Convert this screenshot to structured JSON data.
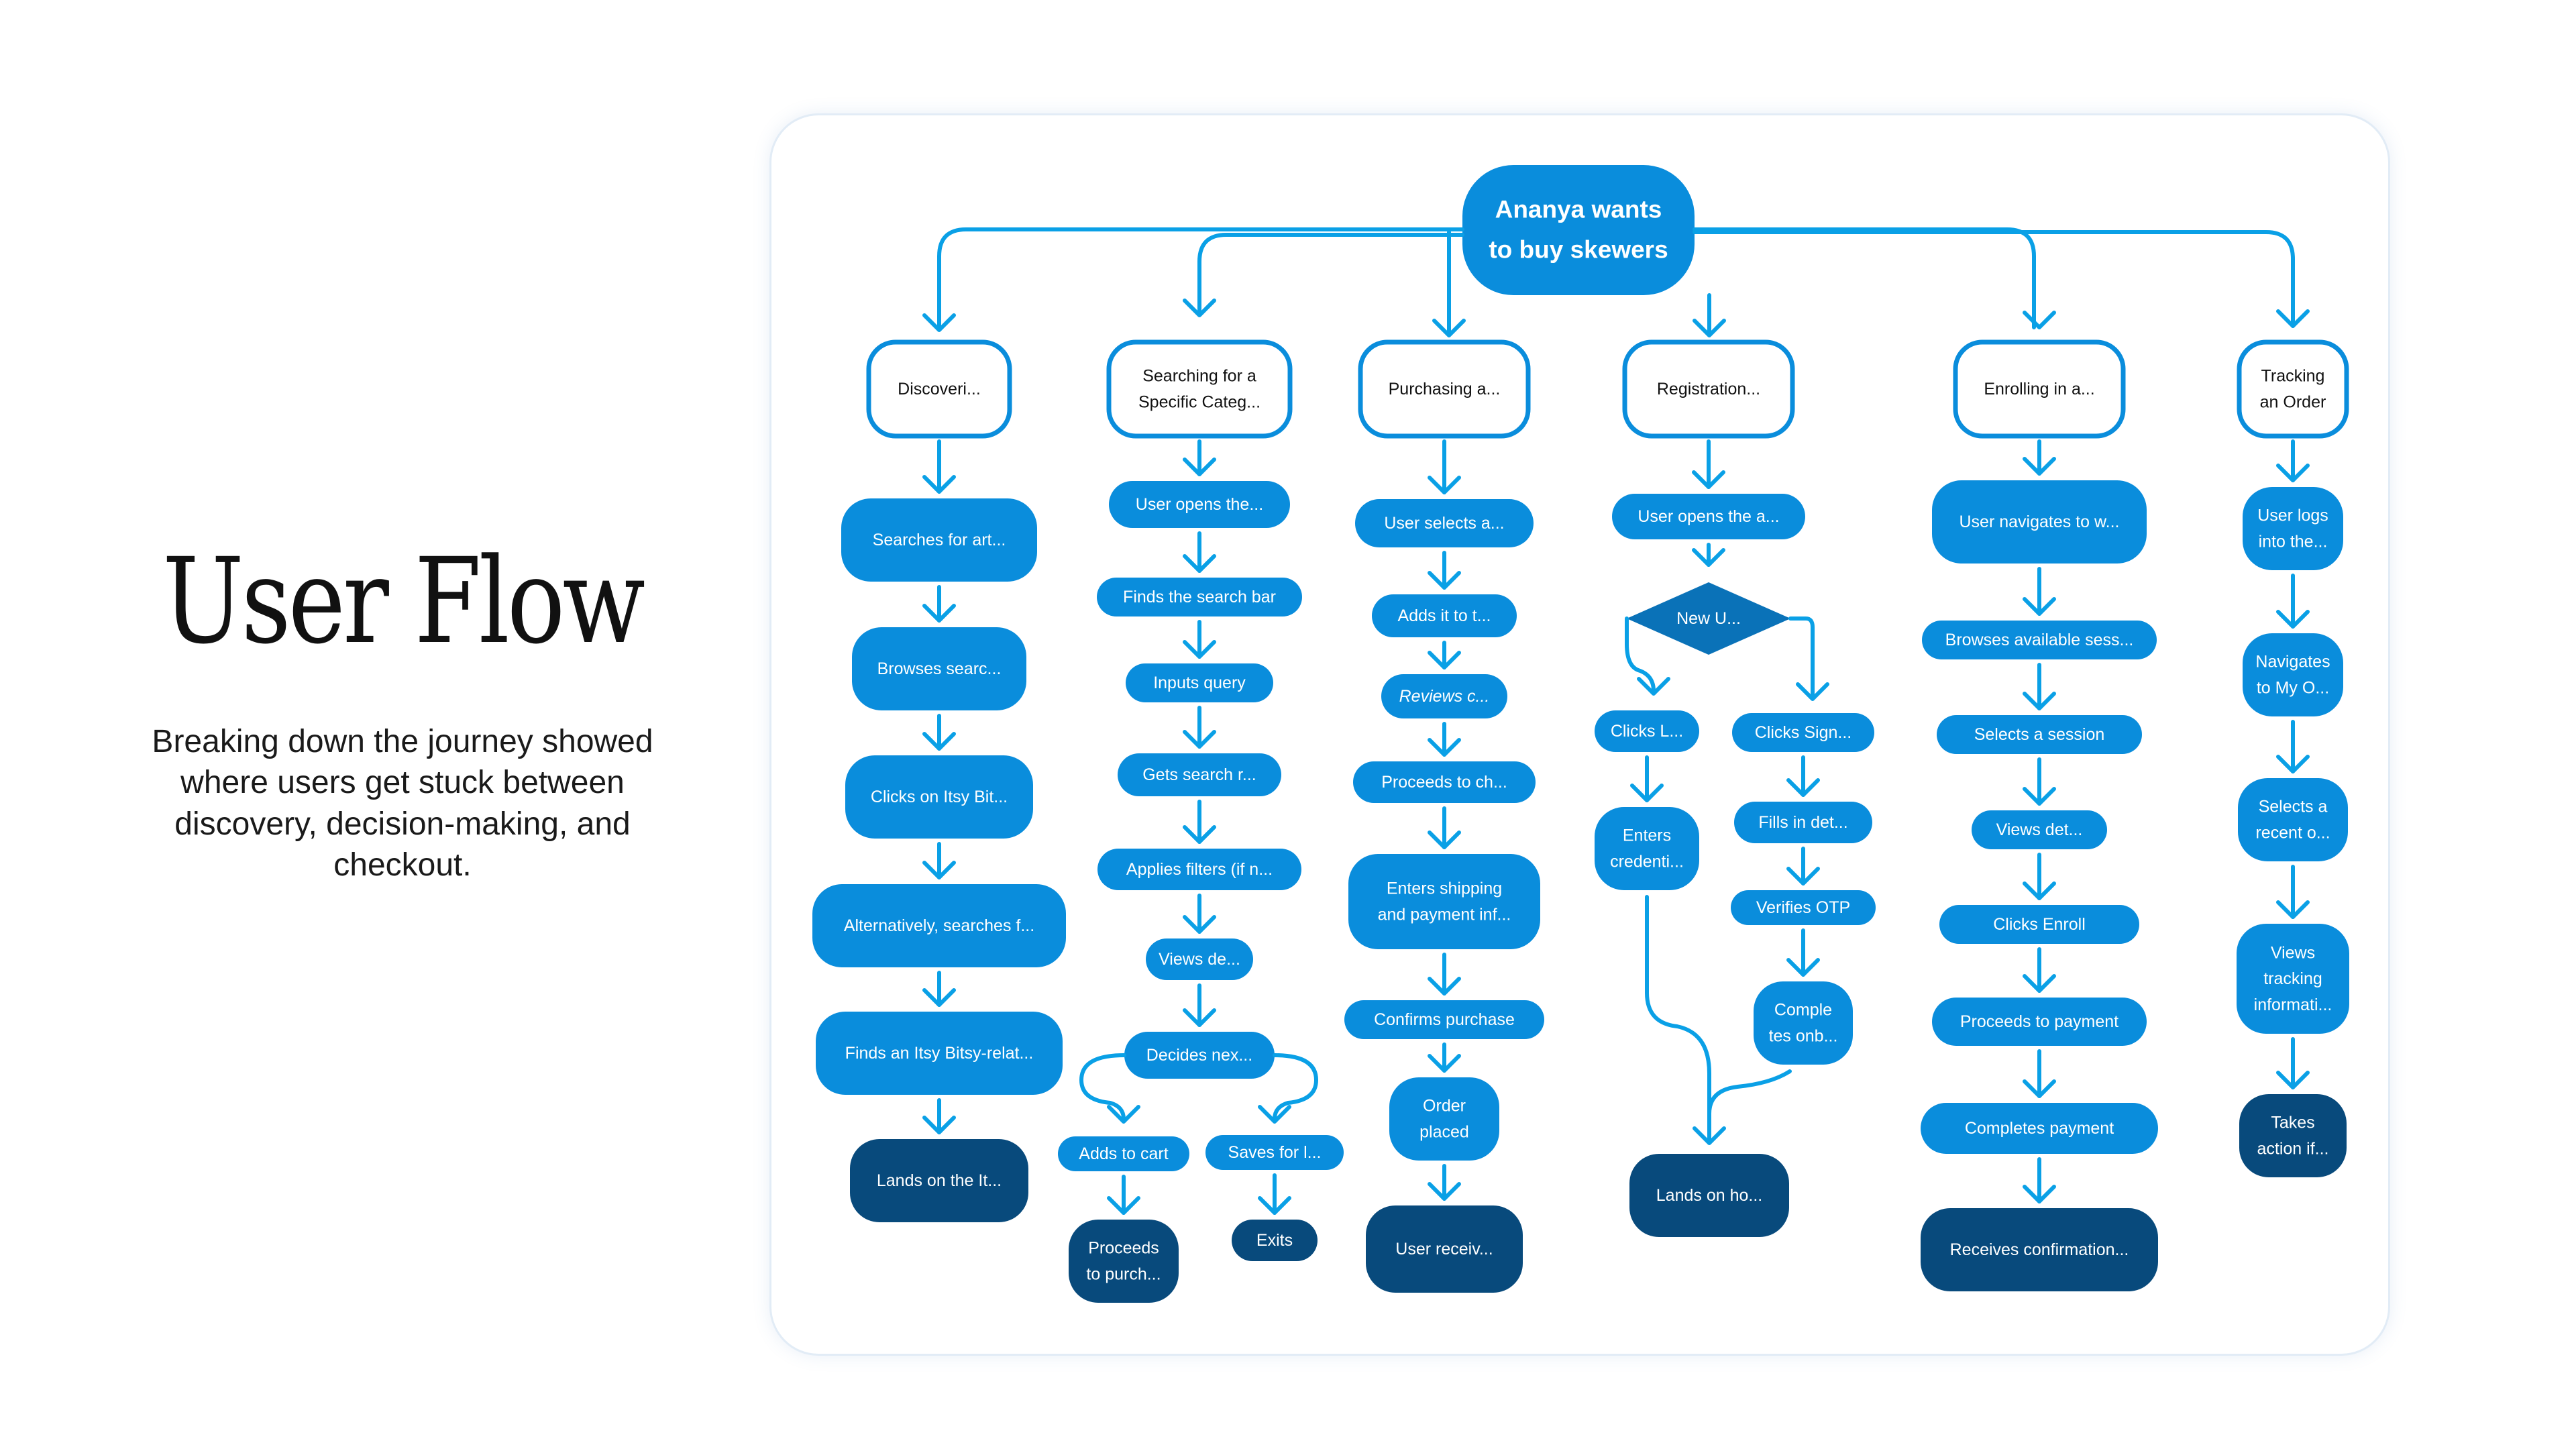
{
  "heading": {
    "title": "User Flow",
    "subtitle": "Breaking down the journey showed where users get stuck between discovery, decision-making, and checkout."
  },
  "colors": {
    "connector": "#0aa0e6",
    "step": "#0a8ddc",
    "end": "#084a7c",
    "root": "#0a8ddc"
  },
  "diagram": {
    "root": [
      "Ananya wants",
      "to buy skewers"
    ],
    "columns": [
      {
        "category": [
          "Discoveri..."
        ],
        "steps": [
          [
            "Searches for art..."
          ],
          [
            "Browses searc..."
          ],
          [
            "Clicks on Itsy Bit..."
          ],
          [
            "Alternatively, searches f..."
          ],
          [
            "Finds an Itsy Bitsy-relat..."
          ],
          [
            "Lands on the It..."
          ]
        ]
      },
      {
        "category": [
          "Searching for a",
          "Specific Categ..."
        ],
        "steps": [
          [
            "User opens the..."
          ],
          [
            "Finds the search bar"
          ],
          [
            "Inputs query"
          ],
          [
            "Gets search r..."
          ],
          [
            "Applies filters (if n..."
          ],
          [
            "Views de..."
          ],
          [
            "Decides nex..."
          ]
        ],
        "branches": [
          {
            "steps": [
              [
                "Adds to cart"
              ],
              [
                "Proceeds",
                "to purch..."
              ]
            ]
          },
          {
            "steps": [
              [
                "Saves for l..."
              ],
              [
                "Exits"
              ]
            ]
          }
        ]
      },
      {
        "category": [
          "Purchasing a..."
        ],
        "steps": [
          [
            "User selects a..."
          ],
          [
            "Adds it to t..."
          ],
          [
            "Reviews c..."
          ],
          [
            "Proceeds to ch..."
          ],
          [
            "Enters shipping",
            "and payment inf..."
          ],
          [
            "Confirms purchase"
          ],
          [
            "Order",
            "placed"
          ],
          [
            "User receiv..."
          ]
        ]
      },
      {
        "category": [
          "Registration..."
        ],
        "steps": [
          [
            "User opens the a..."
          ]
        ],
        "decision": "New U...",
        "branches": [
          {
            "steps": [
              [
                "Clicks L..."
              ],
              [
                "Enters",
                "credenti..."
              ]
            ]
          },
          {
            "steps": [
              [
                "Clicks Sign..."
              ],
              [
                "Fills in det..."
              ],
              [
                "Verifies OTP"
              ],
              [
                "Comple",
                "tes onb..."
              ]
            ]
          }
        ],
        "merge": [
          "Lands on ho..."
        ]
      },
      {
        "category": [
          "Enrolling in a..."
        ],
        "steps": [
          [
            "User navigates to w..."
          ],
          [
            "Browses available sess..."
          ],
          [
            "Selects a session"
          ],
          [
            "Views det..."
          ],
          [
            "Clicks Enroll"
          ],
          [
            "Proceeds to payment"
          ],
          [
            "Completes payment"
          ],
          [
            "Receives confirmation..."
          ]
        ]
      },
      {
        "category": [
          "Tracking",
          "an Order"
        ],
        "steps": [
          [
            "User logs",
            "into the..."
          ],
          [
            "Navigates",
            "to My O..."
          ],
          [
            "Selects a",
            "recent o..."
          ],
          [
            "Views",
            "tracking",
            "informati..."
          ],
          [
            "Takes",
            "action if..."
          ]
        ]
      }
    ]
  }
}
